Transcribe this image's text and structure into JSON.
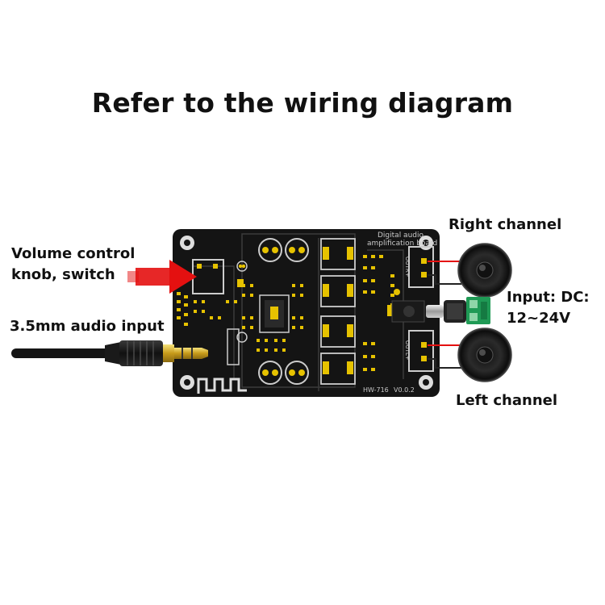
{
  "diagram": {
    "title": "Refer to the wiring diagram",
    "labels": {
      "volume_line1": "Volume control",
      "volume_line2": "knob, switch",
      "audio_input": "3.5mm audio input",
      "right_channel": "Right channel",
      "input_line1": "Input: DC:",
      "input_line2": "12~24V",
      "left_channel": "Left channel"
    },
    "board_text": {
      "brand_line1": "Digital audio",
      "brand_line2": "amplification board",
      "model": "HW-716",
      "version": "V0.0.2",
      "out_right": "OUTR+",
      "out_left": "OUTL+"
    },
    "colors": {
      "pcb": "#141414",
      "pad_gold": "#e6c200",
      "arrow_red": "#e41010",
      "label_text": "#111111"
    },
    "icons": [
      "volume-arrow-icon",
      "audio-plug-icon",
      "speaker-icon",
      "dc-plug-icon"
    ]
  }
}
